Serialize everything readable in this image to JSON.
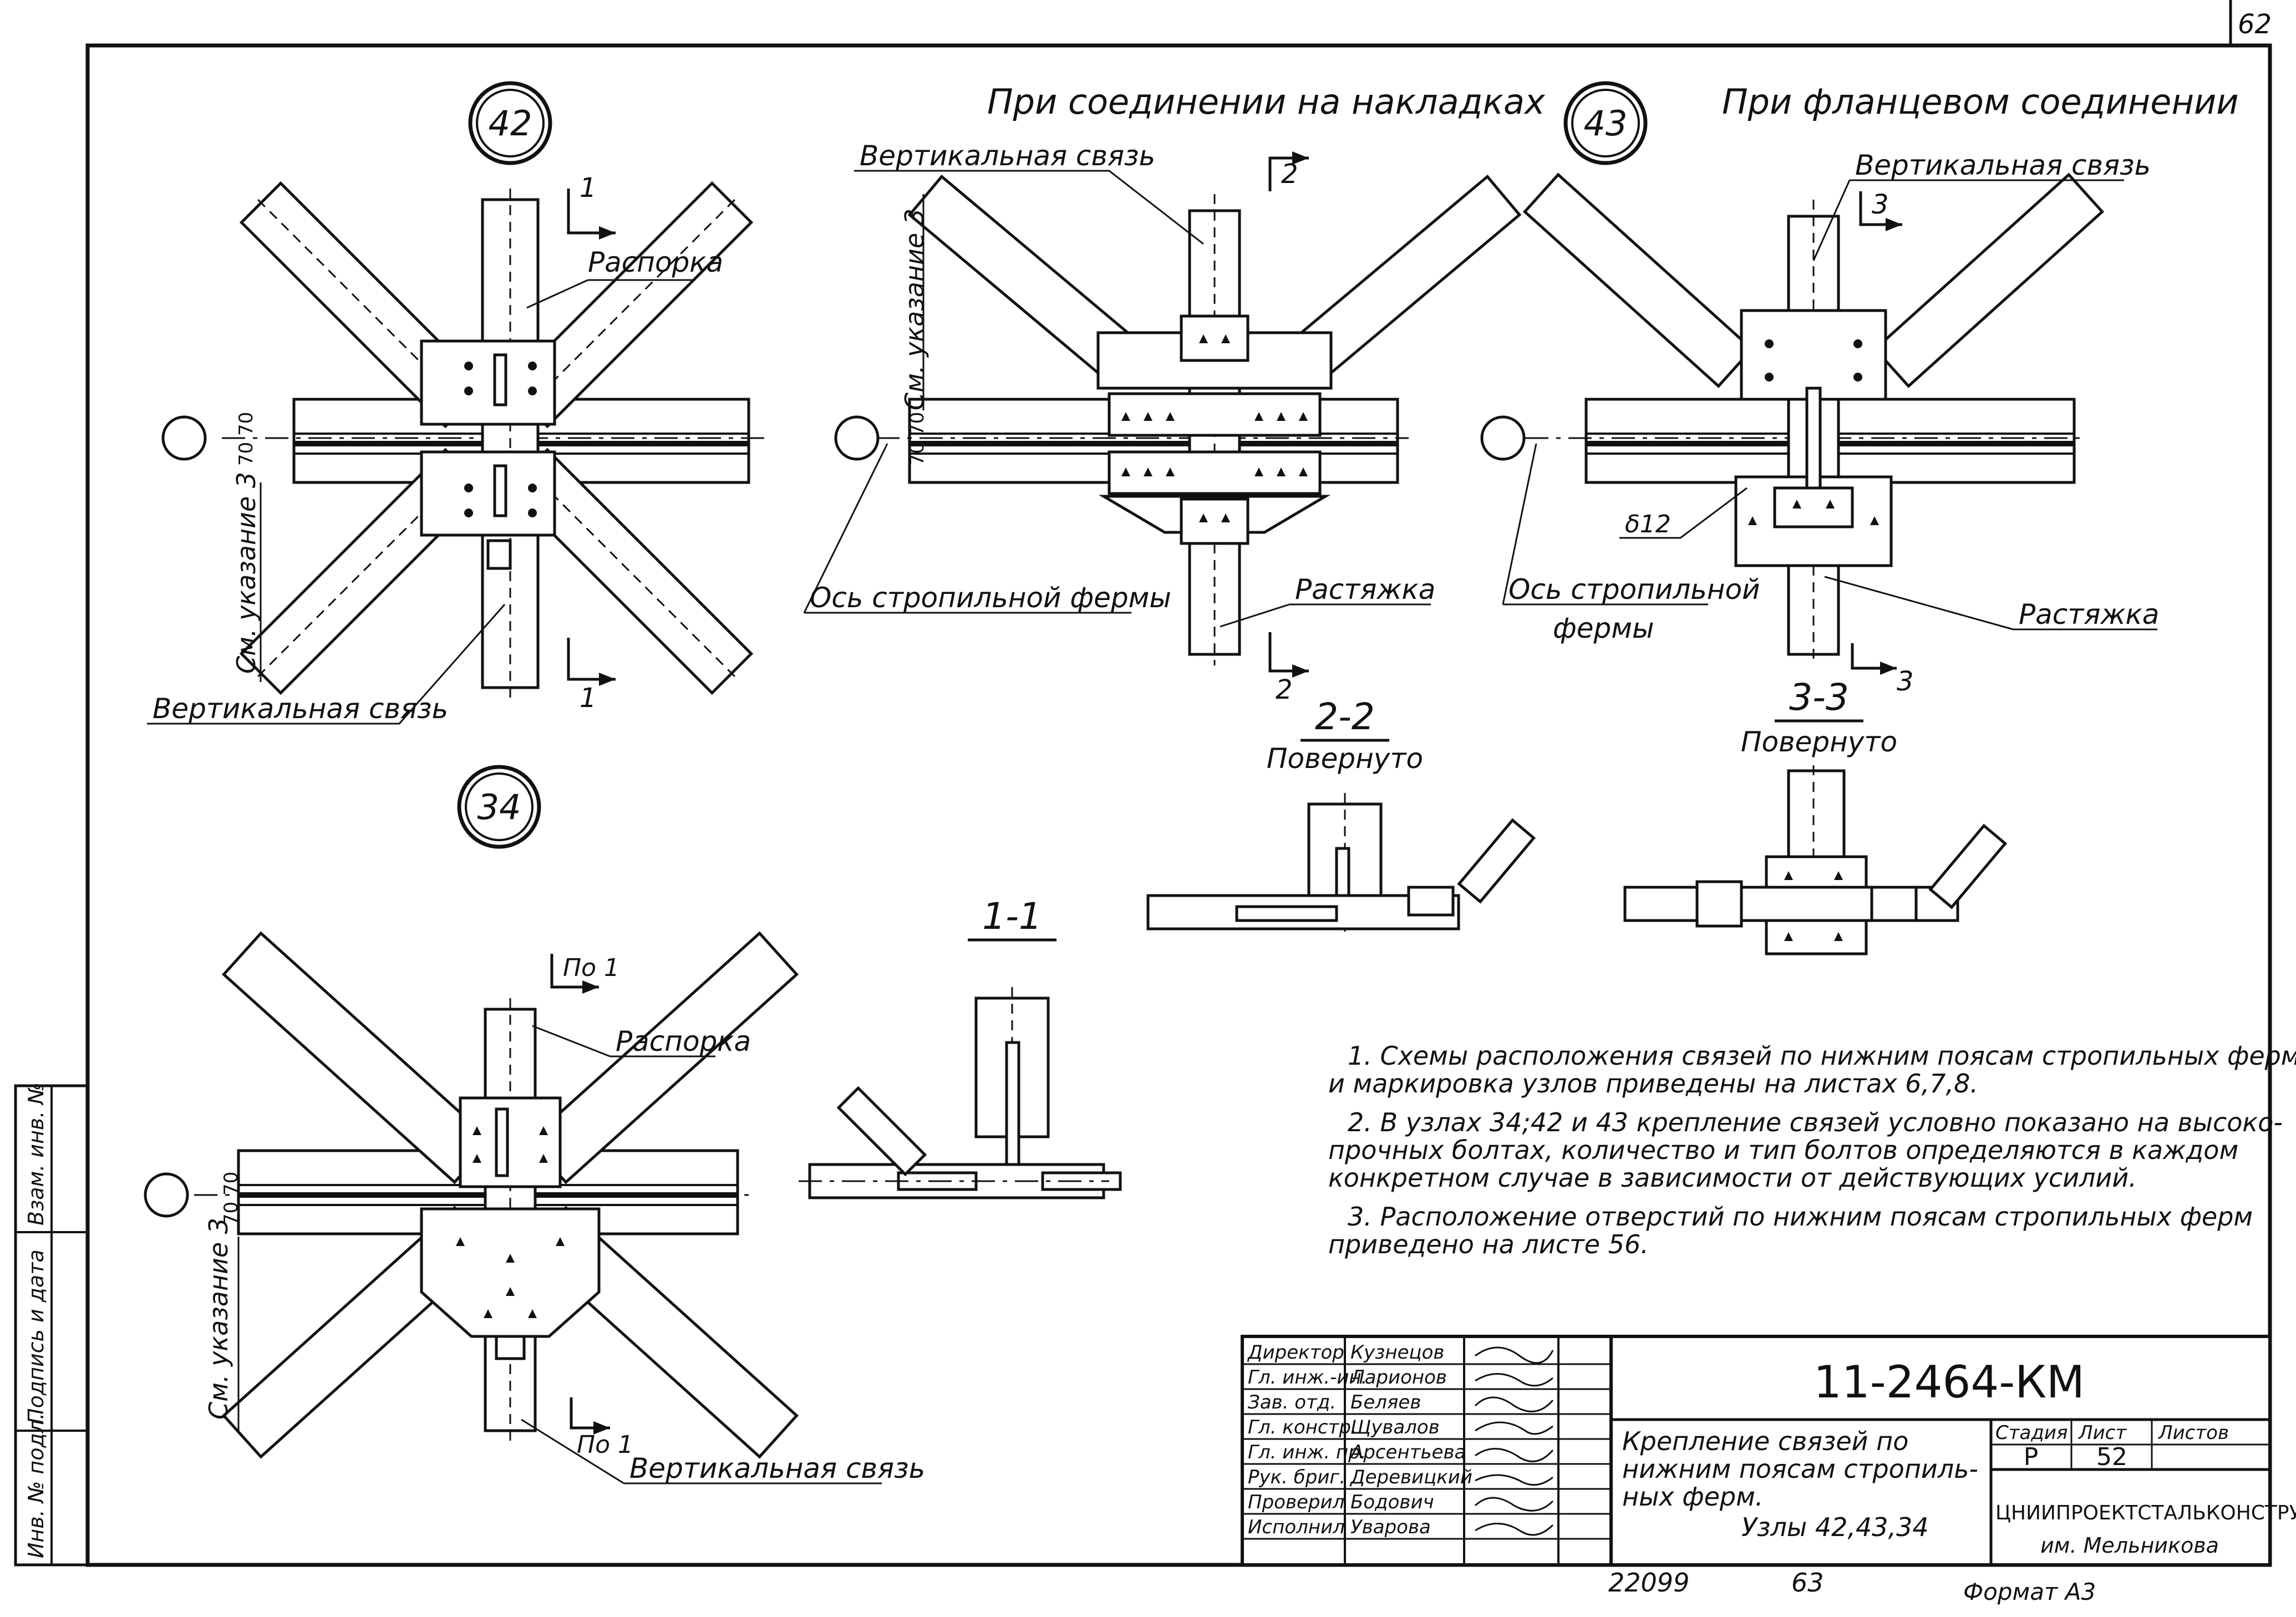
{
  "sheet": {
    "page_number": "62",
    "format_label": "Формат А3",
    "archive_number": "22099",
    "archive_page": "63"
  },
  "headings": {
    "overlay_joint": "При соединении на накладках",
    "flange_joint": "При фланцевом соединении"
  },
  "nodes": {
    "n42": "42",
    "n43": "43",
    "n34": "34"
  },
  "labels": {
    "vertical_brace": "Вертикальная связь",
    "strut": "Распорка",
    "tie": "Растяжка",
    "truss_axis": "Ось стропильной фермы",
    "truss_axis_line1": "Ось стропильной",
    "truss_axis_line2": "фермы",
    "see_note": "См. указание 3",
    "dim_70_70": "70 70",
    "flange_mark": "δ12"
  },
  "sections": {
    "s1": "1",
    "s2": "2",
    "s3": "3",
    "p1": "По 1",
    "title_1_1": "1-1",
    "title_2_2": "2-2",
    "title_3_3": "3-3",
    "rotated": "Повернуто"
  },
  "notes": [
    "1. Схемы расположения связей по нижним поясам стропильных ферм",
    "и маркировка узлов приведены на листах 6,7,8.",
    "2. В узлах 34;42 и 43 крепление связей условно показано на высоко-",
    "прочных болтах, количество и тип болтов определяются в каждом",
    "конкретном случае в зависимости от действующих усилий.",
    "3. Расположение отверстий по нижним поясам стропильных ферм",
    "приведено на листе 56."
  ],
  "side_stamp": {
    "inv_no_orig": "Инв. № подл.",
    "sign_date": "Подпись и дата",
    "inv_no_replace": "Взам. инв. №"
  },
  "title_block": {
    "doc_code": "11-2464-КМ",
    "description_lines": [
      "Крепление связей по",
      "нижним поясам стропиль-",
      "ных ферм.",
      "Узлы 42,43,34"
    ],
    "stage_header": "Стадия",
    "sheet_header": "Лист",
    "sheets_header": "Листов",
    "stage_value": "Р",
    "sheet_value": "52",
    "sheets_value": "",
    "organization": "ЦНИИПРОЕКТСТАЛЬКОНСТРУКЦИЯ",
    "organization_sub": "им. Мельникова",
    "staff": [
      {
        "role": "Директор",
        "name": "Кузнецов"
      },
      {
        "role": "Гл. инж.-ин.",
        "name": "Ларионов"
      },
      {
        "role": "Зав. отд.",
        "name": "Беляев"
      },
      {
        "role": "Гл. констр.",
        "name": "Щувалов"
      },
      {
        "role": "Гл. инж. пр.",
        "name": "Арсентьева"
      },
      {
        "role": "Рук. бриг.",
        "name": "Деревицкий"
      },
      {
        "role": "Проверил",
        "name": "Бодович"
      },
      {
        "role": "Исполнил",
        "name": "Уварова"
      }
    ]
  }
}
